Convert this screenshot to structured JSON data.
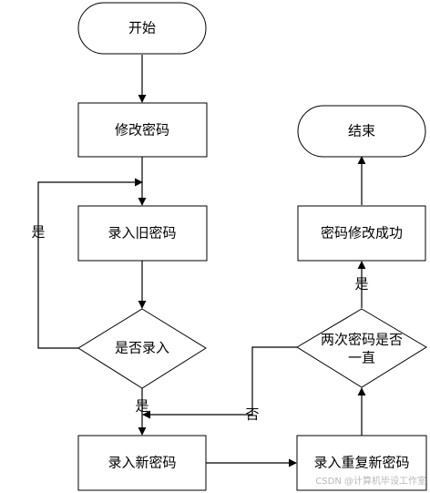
{
  "nodes": {
    "start": "开始",
    "modify_password": "修改密码",
    "enter_old": "录入旧密码",
    "entered_check": "是否录入",
    "enter_new": "录入新密码",
    "reenter_new": "录入重复新密码",
    "consistent_check_line1": "两次密码是否",
    "consistent_check_line2": "一直",
    "success": "密码修改成功",
    "end": "结束"
  },
  "edge_labels": {
    "loop_yes": "是",
    "entered_yes": "是",
    "consistent_no": "否",
    "consistent_yes": "是"
  },
  "watermark": "CSDN @计算机毕设工作室"
}
